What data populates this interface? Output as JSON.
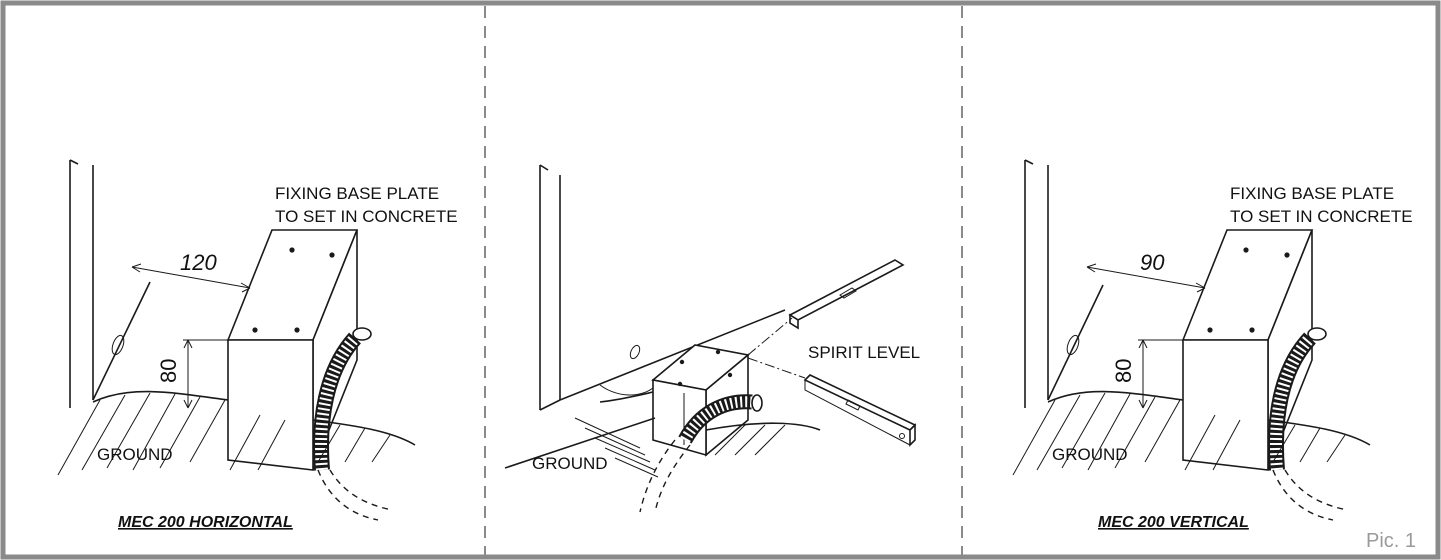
{
  "panels": [
    {
      "caption": "MEC 200 HORIZONTAL",
      "label_plate_line1": "FIXING BASE PLATE",
      "label_plate_line2": "TO SET IN CONCRETE",
      "dim_depth": "120",
      "dim_height": "80",
      "label_ground": "GROUND"
    },
    {
      "label_level": "SPIRIT LEVEL",
      "label_ground": "GROUND"
    },
    {
      "caption": "MEC 200 VERTICAL",
      "label_plate_line1": "FIXING BASE PLATE",
      "label_plate_line2": "TO SET IN CONCRETE",
      "dim_depth": "90",
      "dim_height": "80",
      "label_ground": "GROUND"
    }
  ],
  "figure_label": "Pic. 1",
  "colors": {
    "border": "#8a8a8a",
    "line": "#1a1a1a",
    "figure_label": "#9a9a9a"
  }
}
